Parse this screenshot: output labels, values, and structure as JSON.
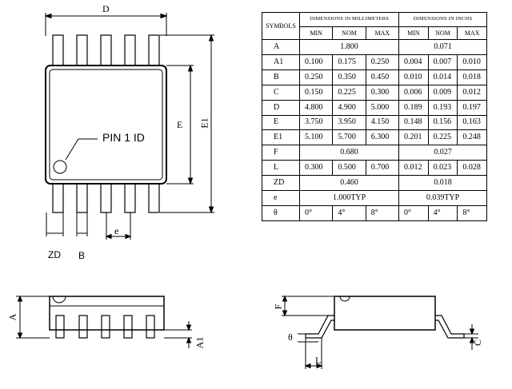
{
  "labels": {
    "top_width": "D",
    "body_width": "E",
    "overall_width": "E1",
    "pin1_id": "PIN 1 ID",
    "lead_pitch": "e",
    "zd": "ZD",
    "lead_width": "B",
    "overall_height": "A",
    "standoff": "A1",
    "body_height": "F",
    "foot_length": "L",
    "lead_thickness": "C",
    "foot_angle": "θ"
  },
  "table": {
    "symbols_header": "SYMBOLS",
    "mm_header": "DIMENSIONS IN MILLIMETERS",
    "inch_header": "DIMENSIONS IN INCHS",
    "sub_headers": [
      "MIN",
      "NOM",
      "MAX",
      "MIN",
      "NOM",
      "MAX"
    ],
    "rows": [
      {
        "sym": "A",
        "mm": [
          "",
          "1.800",
          ""
        ],
        "in": [
          "",
          "0.071",
          ""
        ]
      },
      {
        "sym": "A1",
        "mm": [
          "0.100",
          "0.175",
          "0.250"
        ],
        "in": [
          "0.004",
          "0.007",
          "0.010"
        ]
      },
      {
        "sym": "B",
        "mm": [
          "0.250",
          "0.350",
          "0.450"
        ],
        "in": [
          "0.010",
          "0.014",
          "0.018"
        ]
      },
      {
        "sym": "C",
        "mm": [
          "0.150",
          "0.225",
          "0.300"
        ],
        "in": [
          "0.006",
          "0.009",
          "0.012"
        ]
      },
      {
        "sym": "D",
        "mm": [
          "4.800",
          "4.900",
          "5.000"
        ],
        "in": [
          "0.189",
          "0.193",
          "0.197"
        ]
      },
      {
        "sym": "E",
        "mm": [
          "3.750",
          "3.950",
          "4.150"
        ],
        "in": [
          "0.148",
          "0.156",
          "0.163"
        ]
      },
      {
        "sym": "E1",
        "mm": [
          "5.100",
          "5.700",
          "6.300"
        ],
        "in": [
          "0.201",
          "0.225",
          "0.248"
        ]
      },
      {
        "sym": "F",
        "mm": [
          "",
          "0.680",
          ""
        ],
        "in": [
          "",
          "0.027",
          ""
        ]
      },
      {
        "sym": "L",
        "mm": [
          "0.300",
          "0.500",
          "0.700"
        ],
        "in": [
          "0.012",
          "0.023",
          "0.028"
        ]
      },
      {
        "sym": "ZD",
        "mm": [
          "",
          "0.460",
          ""
        ],
        "in": [
          "",
          "0.018",
          ""
        ]
      },
      {
        "sym": "e",
        "mm": [
          "",
          "1.000TYP",
          ""
        ],
        "in": [
          "",
          "0.039TYP",
          ""
        ]
      },
      {
        "sym": "θ",
        "mm": [
          "0°",
          "4°",
          "8°"
        ],
        "in": [
          "0°",
          "4°",
          "8°"
        ]
      }
    ]
  }
}
